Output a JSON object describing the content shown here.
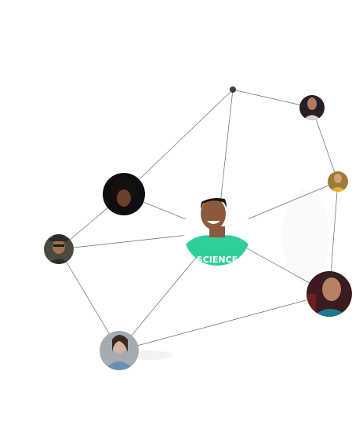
{
  "graph": {
    "nodes": [
      {
        "id": "hub",
        "kind": "dot",
        "icon": "network-hub-icon"
      },
      {
        "id": "center",
        "kind": "avatar",
        "icon": "person-green-shirt-avatar",
        "shirt_color": "#2ecf99",
        "skin_color": "#8b5a3c",
        "hair_color": "#1d1410",
        "shirt_text": "SCIENCE"
      },
      {
        "id": "top-right",
        "kind": "avatar",
        "icon": "person-dark-background-avatar",
        "bg_color": "#2a1e26",
        "skin_color": "#b17a5f",
        "shirt_color": "#d8d3cf"
      },
      {
        "id": "right-mid",
        "kind": "avatar",
        "icon": "person-yellow-top-avatar",
        "bg_color": "#9b7a3a",
        "skin_color": "#d6a07a",
        "shirt_color": "#e2b230"
      },
      {
        "id": "upper-left",
        "kind": "avatar",
        "icon": "person-curly-hair-avatar",
        "bg_color": "#0d0d12",
        "skin_color": "#6b3f2a",
        "hair_color": "#15100d"
      },
      {
        "id": "left",
        "kind": "avatar",
        "icon": "person-hat-glasses-avatar",
        "bg_color": "#4a4a3f",
        "skin_color": "#a6704f",
        "shirt_color": "#2b2d2a"
      },
      {
        "id": "bottom-right",
        "kind": "avatar",
        "icon": "elderly-person-avatar",
        "bg_color": "#3b1b1f",
        "skin_color": "#b68262",
        "shirt_color": "#1f7a8c"
      },
      {
        "id": "bottom-left",
        "kind": "avatar",
        "icon": "person-denim-jacket-avatar",
        "bg_color": "#a4abb3",
        "skin_color": "#d6b39f",
        "shirt_color": "#6b8fb0"
      }
    ],
    "edges": [
      [
        "hub",
        "upper-left"
      ],
      [
        "hub",
        "top-right"
      ],
      [
        "hub",
        "center"
      ],
      [
        "top-right",
        "right-mid"
      ],
      [
        "right-mid",
        "center"
      ],
      [
        "right-mid",
        "bottom-right"
      ],
      [
        "upper-left",
        "center"
      ],
      [
        "upper-left",
        "left"
      ],
      [
        "left",
        "center"
      ],
      [
        "left",
        "bottom-left"
      ],
      [
        "center",
        "bottom-left"
      ],
      [
        "center",
        "bottom-right"
      ],
      [
        "bottom-left",
        "bottom-right"
      ]
    ],
    "edge_color": "#3d4f73"
  }
}
